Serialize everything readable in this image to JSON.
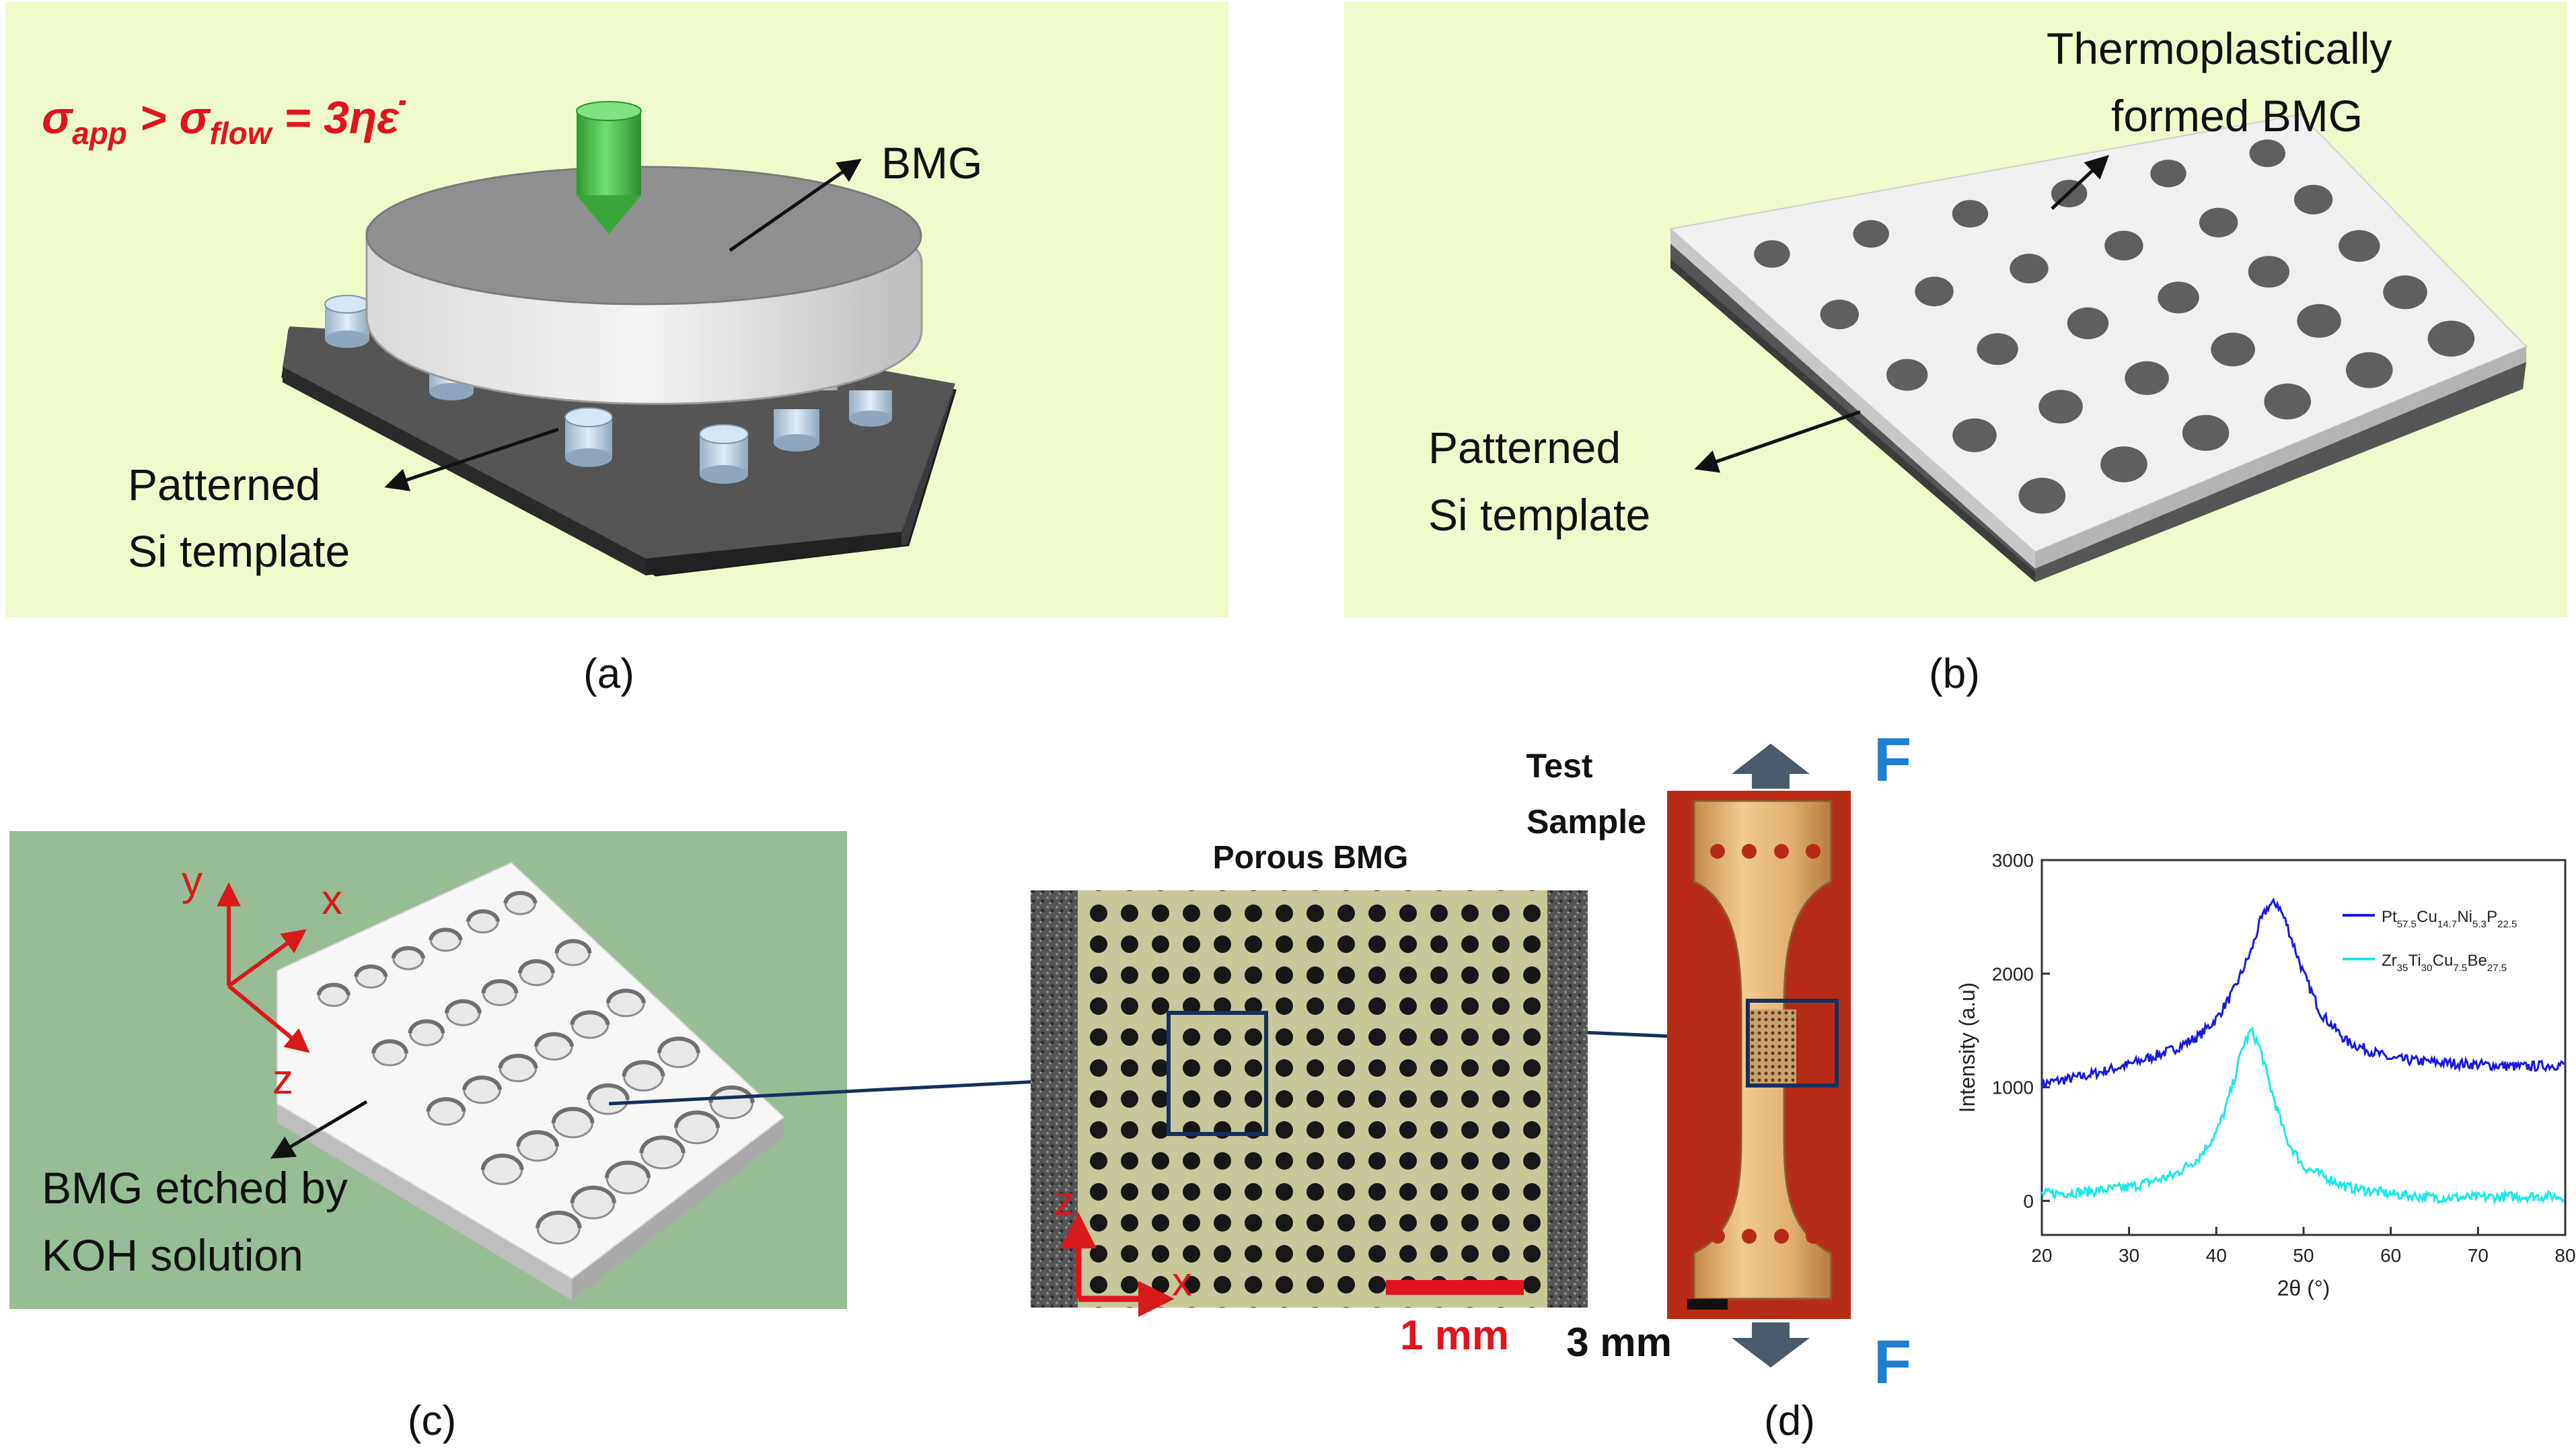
{
  "panel_a": {
    "equation": "σapp > σflow = 3ηε̇",
    "eq_sigma1": "σ",
    "eq_sub_app": "app",
    "eq_gt": " > σ",
    "eq_sub_flow": "flow",
    "eq_rhs": " = 3ηε̇",
    "label_bmg": "BMG",
    "label_template_1": "Patterned",
    "label_template_2": "Si template",
    "caption": "(a)"
  },
  "panel_b": {
    "label_bmg_1": "Thermoplastically",
    "label_bmg_2": "formed BMG",
    "label_template_1": "Patterned",
    "label_template_2": "Si template",
    "caption": "(b)"
  },
  "panel_c": {
    "axis_y": "y",
    "axis_x": "x",
    "axis_z": "z",
    "label_1": "BMG etched by",
    "label_2": "KOH solution",
    "caption": "(c)"
  },
  "micrograph": {
    "title": "Porous BMG",
    "axis_z": "z",
    "axis_x": "x",
    "scale_bar": "1 mm"
  },
  "sample": {
    "title_1": "Test",
    "title_2": "Sample",
    "force_top": "F",
    "force_bottom": "F",
    "scale_bar": "3 mm",
    "caption": "(d)"
  },
  "colors": {
    "panel_bg": "#f0fbcc",
    "panel_c_bg": "#98bc96",
    "equation_red": "#e0141c",
    "force_blue": "#1f7fd0",
    "line_navy": "#16305c",
    "series_1": "#1a1adc",
    "series_2": "#1ce8e8"
  },
  "chart_data": {
    "type": "line",
    "xlabel": "2θ (°)",
    "ylabel": "Intensity (a.u)",
    "xlim": [
      20,
      80
    ],
    "ylim": [
      -300,
      3000
    ],
    "xticks": [
      20,
      30,
      40,
      50,
      60,
      70,
      80
    ],
    "yticks": [
      0,
      1000,
      2000,
      3000
    ],
    "legend_placement": "top-right",
    "series": [
      {
        "name_main": "Pt",
        "name_parts": [
          [
            "Pt",
            "57.5"
          ],
          [
            "Cu",
            "14.7"
          ],
          [
            "Ni",
            "5.3"
          ],
          [
            "P",
            "22.5"
          ]
        ],
        "color": "#1a1adc",
        "x": [
          20,
          25,
          30,
          35,
          38,
          40,
          42,
          44,
          45,
          46,
          47,
          48,
          50,
          52,
          55,
          60,
          65,
          70,
          75,
          80
        ],
        "y": [
          1030,
          1100,
          1200,
          1330,
          1450,
          1600,
          1850,
          2200,
          2450,
          2600,
          2620,
          2450,
          2000,
          1650,
          1400,
          1250,
          1220,
          1200,
          1180,
          1200
        ]
      },
      {
        "name_main": "Zr",
        "name_parts": [
          [
            "Zr",
            "35"
          ],
          [
            "Ti",
            "30"
          ],
          [
            "Cu",
            "7.5"
          ],
          [
            "Be",
            "27.5"
          ]
        ],
        "color": "#1ce8e8",
        "x": [
          20,
          25,
          30,
          35,
          38,
          40,
          41,
          42,
          43,
          44,
          45,
          46,
          48,
          50,
          55,
          60,
          65,
          70,
          75,
          80
        ],
        "y": [
          60,
          80,
          120,
          220,
          380,
          600,
          800,
          1050,
          1350,
          1500,
          1350,
          1050,
          550,
          300,
          120,
          60,
          30,
          30,
          40,
          40
        ]
      }
    ]
  }
}
